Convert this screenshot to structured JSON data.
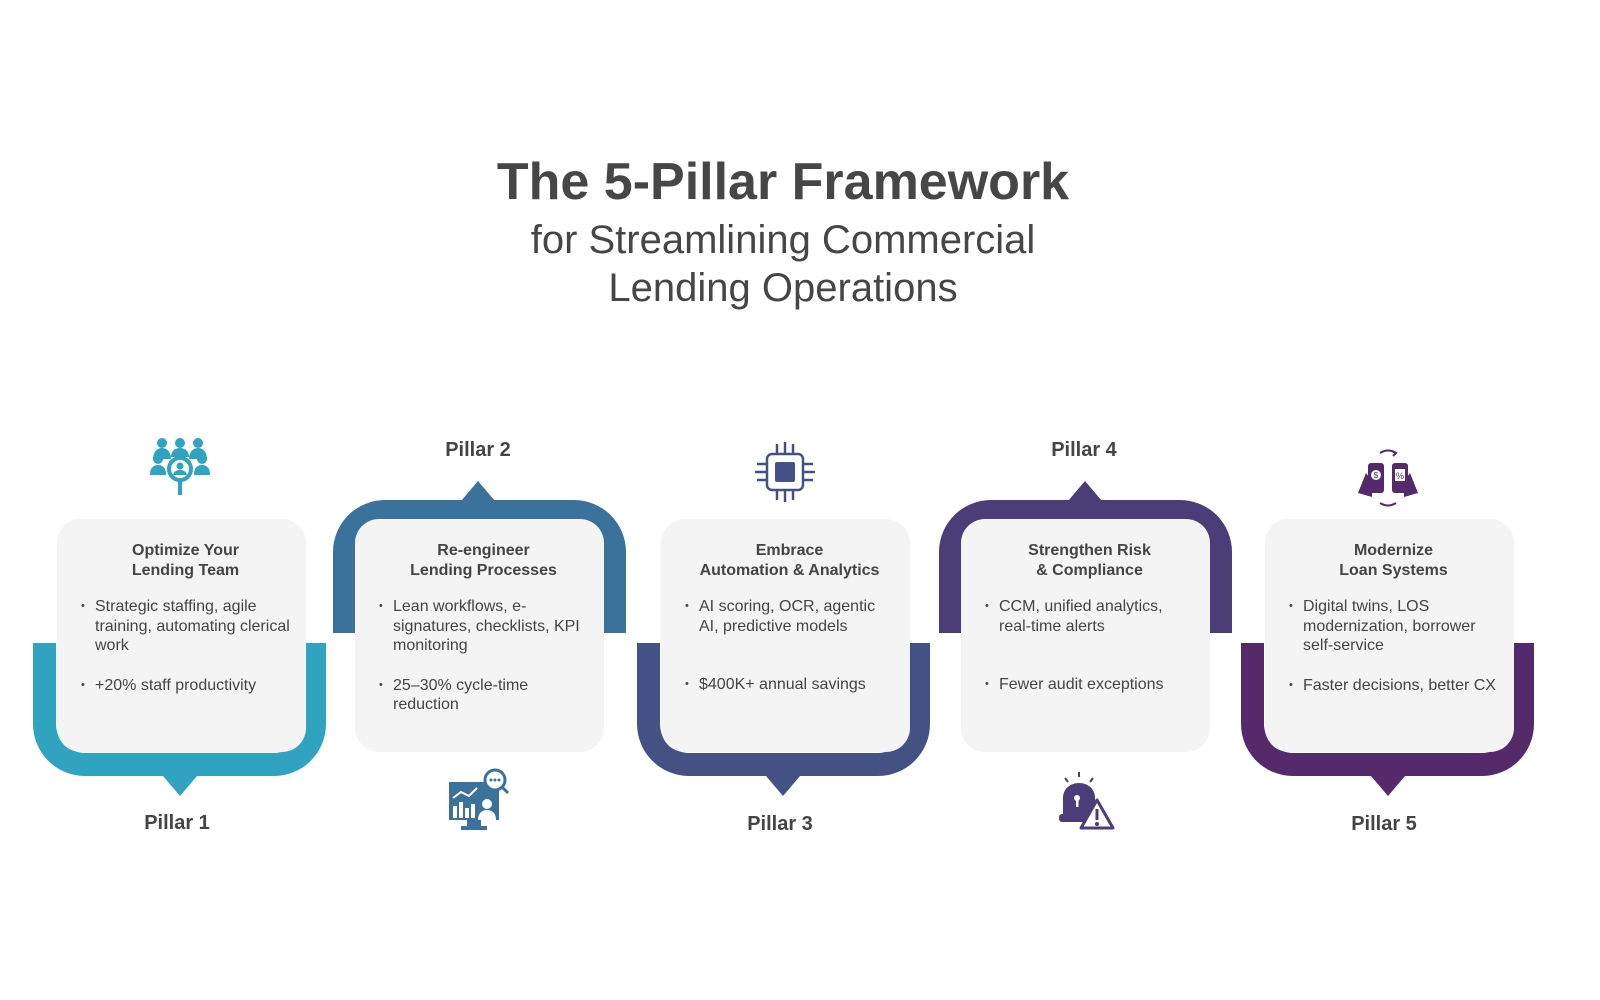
{
  "header": {
    "title": "The 5-Pillar Framework",
    "subtitle_line1": "for Streamlining Commercial",
    "subtitle_line2": "Lending Operations"
  },
  "pillars": [
    {
      "label": "Pillar 1",
      "color": "#2fa3bf",
      "icon": "team-search-icon",
      "title1": "Optimize Your",
      "title2": "Lending Team",
      "bullets": [
        "Strategic staffing, agile training, automating clerical work",
        "+20% staff productivity"
      ]
    },
    {
      "label": "Pillar 2",
      "color": "#3a729c",
      "icon": "analytics-monitor-icon",
      "title1": "Re-engineer",
      "title2": "Lending Processes",
      "bullets": [
        "Lean workflows, e-signatures, checklists, KPI monitoring",
        "25–30% cycle-time reduction"
      ]
    },
    {
      "label": "Pillar 3",
      "color": "#435185",
      "icon": "chip-icon",
      "title1": "Embrace",
      "title2": "Automation & Analytics",
      "bullets": [
        "AI scoring, OCR, agentic AI, predictive models",
        "$400K+ annual savings"
      ]
    },
    {
      "label": "Pillar 4",
      "color": "#4b3d78",
      "icon": "alarm-warning-icon",
      "title1": "Strengthen Risk",
      "title2": "& Compliance",
      "bullets": [
        "CCM, unified analytics, real-time alerts",
        "Fewer audit exceptions"
      ]
    },
    {
      "label": "Pillar 5",
      "color": "#552a6a",
      "icon": "mobile-exchange-icon",
      "title1": "Modernize",
      "title2": "Loan Systems",
      "bullets": [
        "Digital twins, LOS modernization, borrower self-service",
        "Faster decisions, better CX"
      ]
    }
  ]
}
